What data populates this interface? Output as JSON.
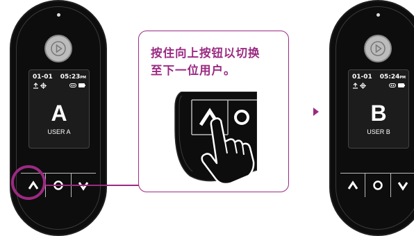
{
  "colors": {
    "accent": "#9b2a82",
    "device": "#0d0d0d"
  },
  "left_device": {
    "date": "01-01",
    "time": "05:23",
    "time_suffix": "PM",
    "user_letter": "A",
    "user_label": "USER A"
  },
  "right_device": {
    "date": "01-01",
    "time": "05:24",
    "time_suffix": "PM",
    "user_letter": "B",
    "user_label": "USER B"
  },
  "callout": {
    "line1": "按住向上按钮以切换",
    "line2": "至下一位用户。"
  },
  "icons": [
    "play-icon",
    "upload-icon",
    "target-icon",
    "battery-icon",
    "signal-icon",
    "up-arrow-icon",
    "circle-button-icon",
    "down-arrow-icon",
    "hand-pointer-icon",
    "next-arrow-icon"
  ]
}
